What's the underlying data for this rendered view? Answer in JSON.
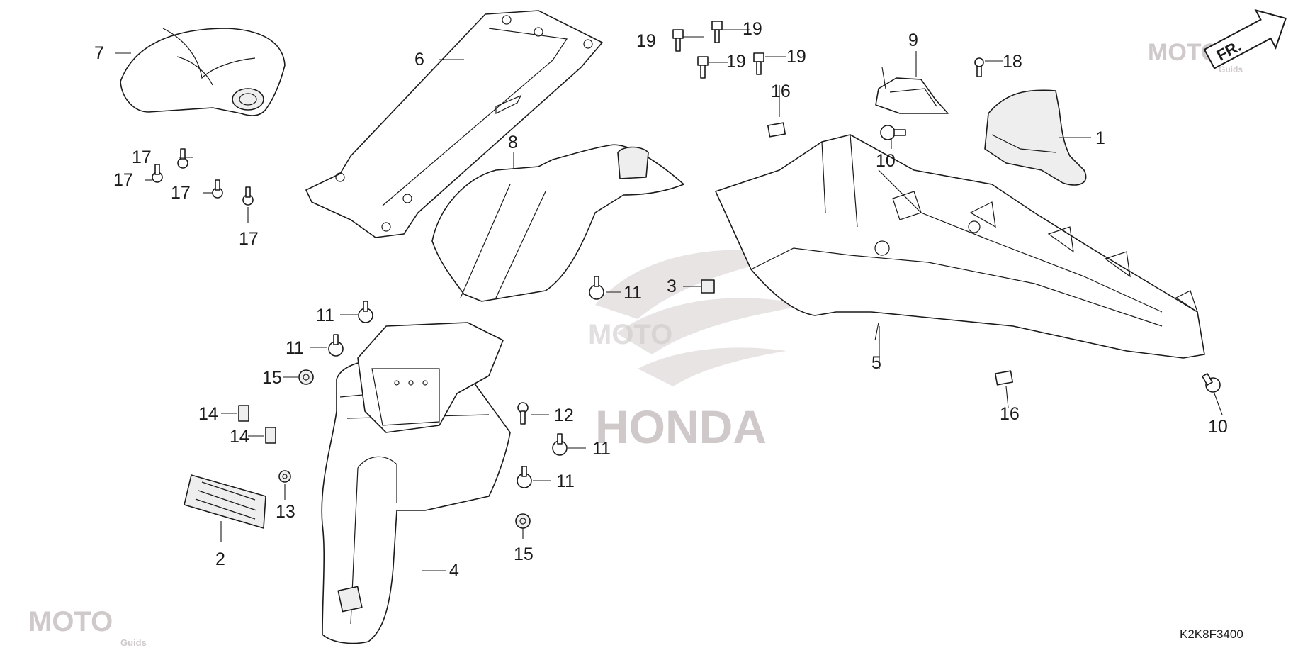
{
  "diagram": {
    "code": "K2K8F3400",
    "front_arrow_label": "FR.",
    "watermark_brand": "HONDA",
    "watermark_logo_text": "MOTO",
    "watermark_logo_sub": "Guids",
    "callouts": {
      "c1": "1",
      "c2": "2",
      "c3": "3",
      "c4": "4",
      "c5": "5",
      "c6": "6",
      "c7": "7",
      "c8": "8",
      "c9": "9",
      "c10a": "10",
      "c10b": "10",
      "c11a": "11",
      "c11b": "11",
      "c11c": "11",
      "c11d": "11",
      "c11e": "11",
      "c12": "12",
      "c13": "13",
      "c14a": "14",
      "c14b": "14",
      "c15a": "15",
      "c15b": "15",
      "c16a": "16",
      "c16b": "16",
      "c17a": "17",
      "c17b": "17",
      "c17c": "17",
      "c17d": "17",
      "c18": "18",
      "c19a": "19",
      "c19b": "19",
      "c19c": "19",
      "c19d": "19"
    }
  }
}
